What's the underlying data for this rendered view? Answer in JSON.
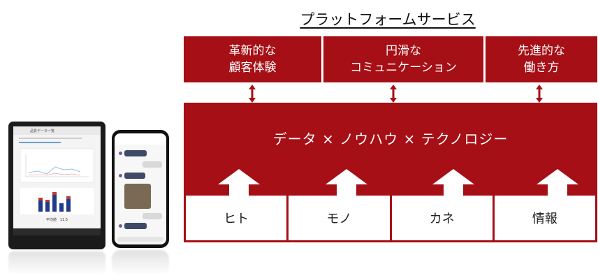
{
  "title": "プラットフォームサービス",
  "top_boxes": [
    {
      "line1": "革新的な",
      "line2": "顧客体験"
    },
    {
      "line1": "円滑な",
      "line2": "コミュニケーション"
    },
    {
      "line1": "先進的な",
      "line2": "働き方"
    }
  ],
  "formula": "データ × ノウハウ × テクノロジー",
  "resources": [
    "ヒト",
    "モノ",
    "カネ",
    "情報"
  ],
  "colors": {
    "accent": "#a50f15",
    "text": "#222222",
    "background": "#ffffff"
  },
  "devices": {
    "tablet_header": "品質データ一覧",
    "tablet_footer_text": "平均値　11.5"
  },
  "icons": [
    "double-arrow-icon",
    "up-arrow-icon"
  ]
}
